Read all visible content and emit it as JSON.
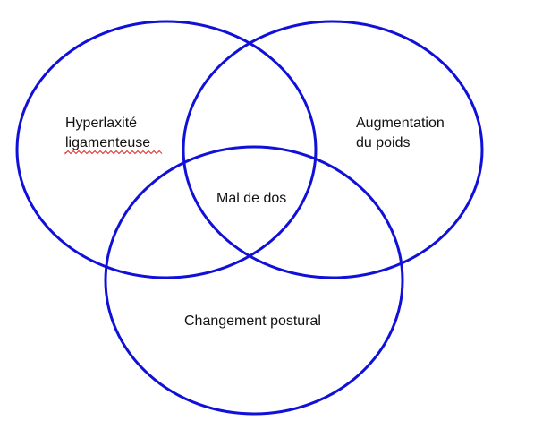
{
  "diagram": {
    "type": "venn",
    "stroke_color": "#1010d8",
    "spellcheck_color": "#e03030",
    "sets": [
      {
        "id": "left",
        "lines": [
          "Hyperlaxité",
          "ligamenteuse"
        ]
      },
      {
        "id": "right",
        "lines": [
          "Augmentation",
          "du poids"
        ]
      },
      {
        "id": "bottom",
        "lines": [
          "Changement postural"
        ]
      }
    ],
    "intersection": {
      "label": "Mal de dos"
    }
  }
}
